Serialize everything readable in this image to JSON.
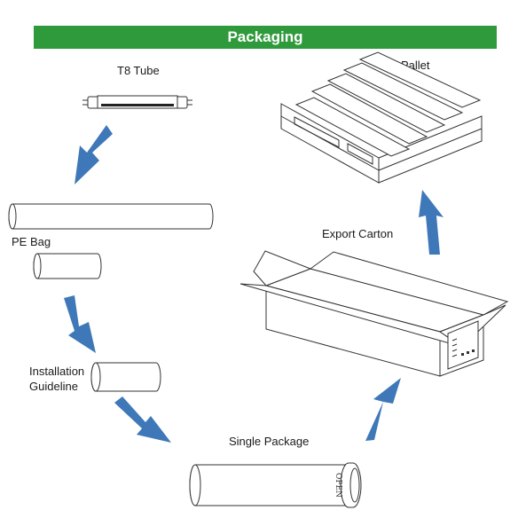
{
  "header": {
    "title": "Packaging"
  },
  "stages": {
    "t8_tube": "T8 Tube",
    "pe_bag": "PE Bag",
    "installation_guideline": [
      "Installation",
      "Guideline"
    ],
    "single_package": "Single Package",
    "export_carton": "Export Carton",
    "pallet": "Pallet"
  },
  "package_marking": "OPEN",
  "colors": {
    "banner": "#2f9a3c",
    "arrow": "#3f78b8"
  },
  "icons": [
    "t8-tube-icon",
    "pe-bag-icon",
    "guideline-tube-icon",
    "single-package-tube-icon",
    "export-carton-icon",
    "pallet-icon",
    "flow-arrow-icon"
  ]
}
